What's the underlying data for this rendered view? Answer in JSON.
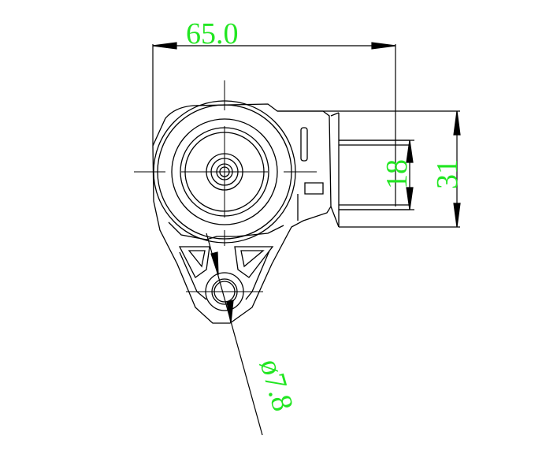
{
  "colors": {
    "line": "#000000",
    "dimension_text": "#22e622",
    "background": "#ffffff"
  },
  "dimensions": {
    "width": "65.0",
    "inner_height": "18",
    "outer_height": "31",
    "hole_diameter": "ø7.8"
  }
}
